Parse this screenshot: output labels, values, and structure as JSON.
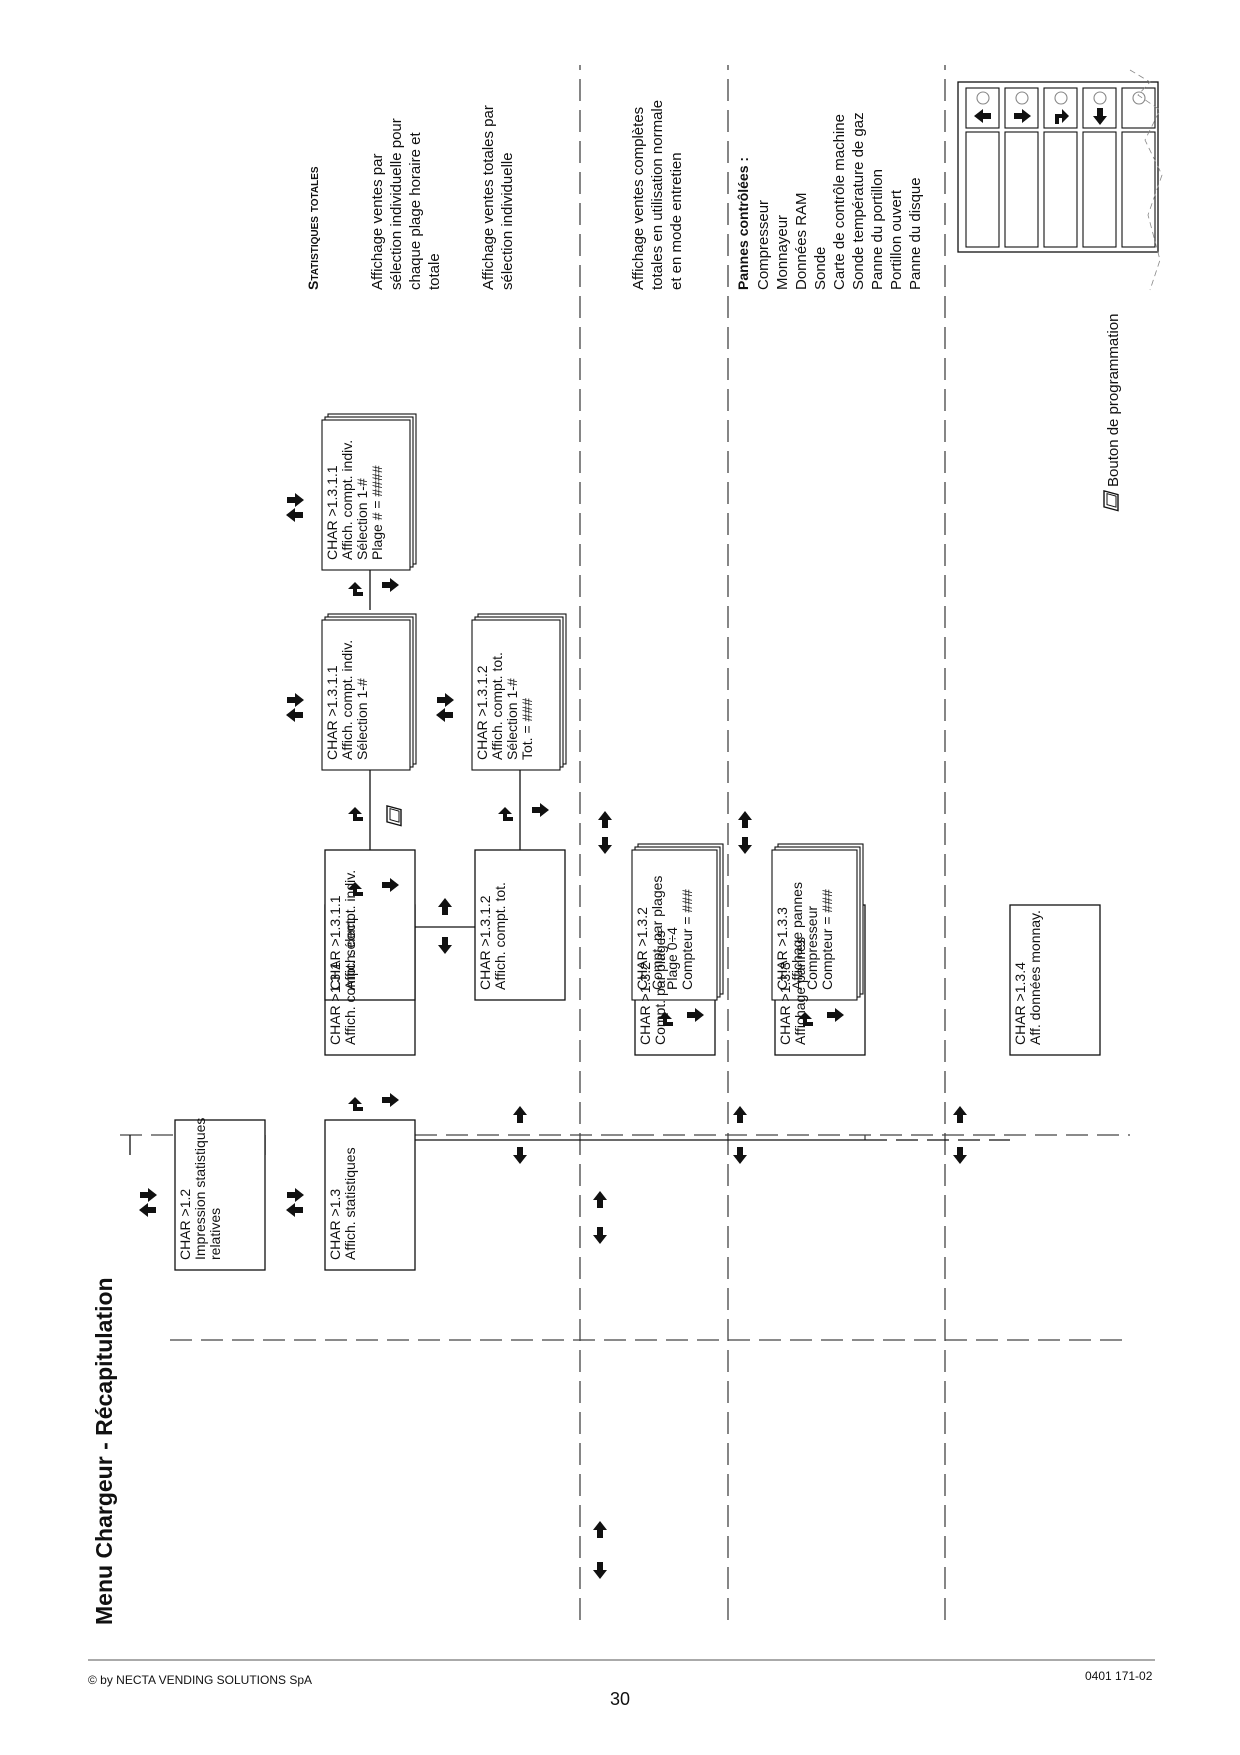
{
  "title": "Menu Chargeur - Récapitulation",
  "footer": {
    "copyright": "© by NECTA VENDING SOLUTIONS SpA",
    "page": "30",
    "code": "0401  171-02"
  },
  "boxes": {
    "b12": [
      "CHAR >1.2",
      "Impression statistiques",
      "relatives"
    ],
    "b13": [
      "CHAR >1.3",
      "Affich. statistiques"
    ],
    "b131": [
      "CHAR >1.3.1",
      "Affich. compt. sélect."
    ],
    "b1311": [
      "CHAR >1.3.1.1",
      "Affich. compt. indiv."
    ],
    "b1312": [
      "CHAR >1.3.1.2",
      "Affich. compt. tot."
    ],
    "s1311": [
      "CHAR >1.3.1.1",
      "Affich. compt. indiv.",
      "Sélection 1-#"
    ],
    "s1312": [
      "CHAR >1.3.1.2",
      "Affich. compt. tot.",
      "Sélection 1-#",
      "Tot. = ###"
    ],
    "s13111": [
      "CHAR >1.3.1.1",
      "Affich. compt. indiv.",
      "Sélection 1-#",
      "Plage  # = ####"
    ],
    "b132": [
      "CHAR >1.3.2",
      "Compt. par plages"
    ],
    "s132": [
      "CHAR >1.3.2",
      "Compt. par plages",
      "Plage  0÷4",
      "Compteur =    ###"
    ],
    "b133": [
      "CHAR >1.3.3",
      "Affichage pannes"
    ],
    "s133": [
      "CHAR >1.3.3",
      "Affichage pannes",
      "Compresseur",
      "Compteur =    ###"
    ],
    "b134": [
      "CHAR >1.3.4",
      "Aff. données monnay."
    ]
  },
  "notes": {
    "stat_title": "Statistiques totales",
    "n1": [
      "Affichage ventes par",
      "sélection individuelle pour",
      "chaque plage horaire et",
      "totale"
    ],
    "n2": [
      "Affichage ventes totales par",
      "sélection individuelle"
    ],
    "n3": [
      "Affichage ventes complètes",
      "totales en utilisation normale",
      "et en mode entretien"
    ],
    "pannes_title": "Pannes contrôlées :",
    "pannes": [
      "Compresseur",
      "Monnayeur",
      "Données RAM",
      "Sonde",
      "Carte de contrôle machine",
      "Sonde température de gaz",
      "Panne du portillon",
      "Portillon ouvert",
      "Panne du disque"
    ],
    "prog_button": "Bouton de programmation"
  }
}
